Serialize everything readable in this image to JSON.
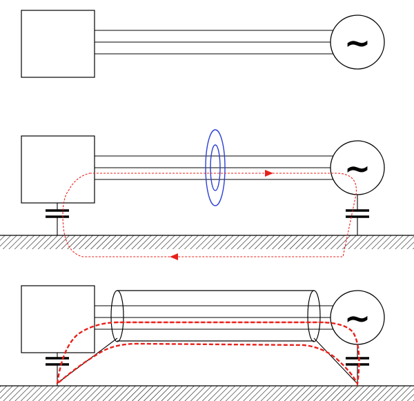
{
  "panels": [
    {
      "id": "panel-top",
      "source_symbol": "~"
    },
    {
      "id": "panel-middle",
      "source_symbol": "~"
    },
    {
      "id": "panel-bottom",
      "source_symbol": "~"
    }
  ],
  "colors": {
    "line": "#000000",
    "current_path": "#e8201a",
    "current_path_faint": "#f4a3a0",
    "current_probe": "#2a3fd6",
    "ground_hatch": "#000000"
  }
}
